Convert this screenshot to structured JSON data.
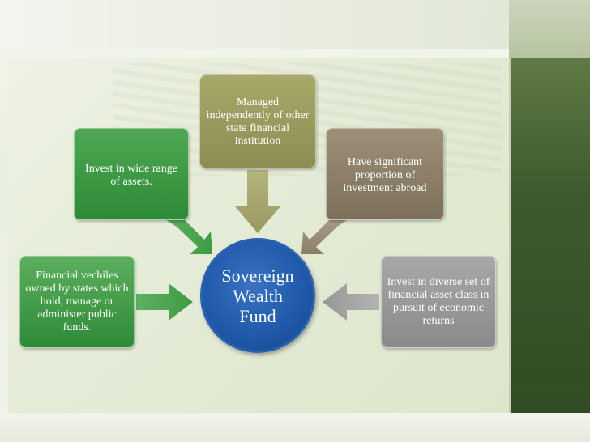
{
  "diagram": {
    "center": {
      "label": "Sovereign\nWealth\nFund"
    },
    "nodes": [
      {
        "id": "top-center",
        "label": "Managed independently of other state financial institution"
      },
      {
        "id": "left-upper",
        "label": "Invest in wide range of assets."
      },
      {
        "id": "right-upper",
        "label": "Have significant proportion of investment abroad"
      },
      {
        "id": "left-lower",
        "label": "Financial vechiles owned by states which hold, manage or administer public funds."
      },
      {
        "id": "right-lower",
        "label": "Invest in diverse set of financial asset class in pursuit of economic returns"
      }
    ]
  },
  "colors": {
    "top_center": "#9a995e",
    "left_upper": "#3f9a45",
    "right_upper": "#8c7f69",
    "left_lower": "#44a049",
    "right_lower": "#999999",
    "center": "#1f58a8",
    "right_panel": "#3e5a2d"
  }
}
